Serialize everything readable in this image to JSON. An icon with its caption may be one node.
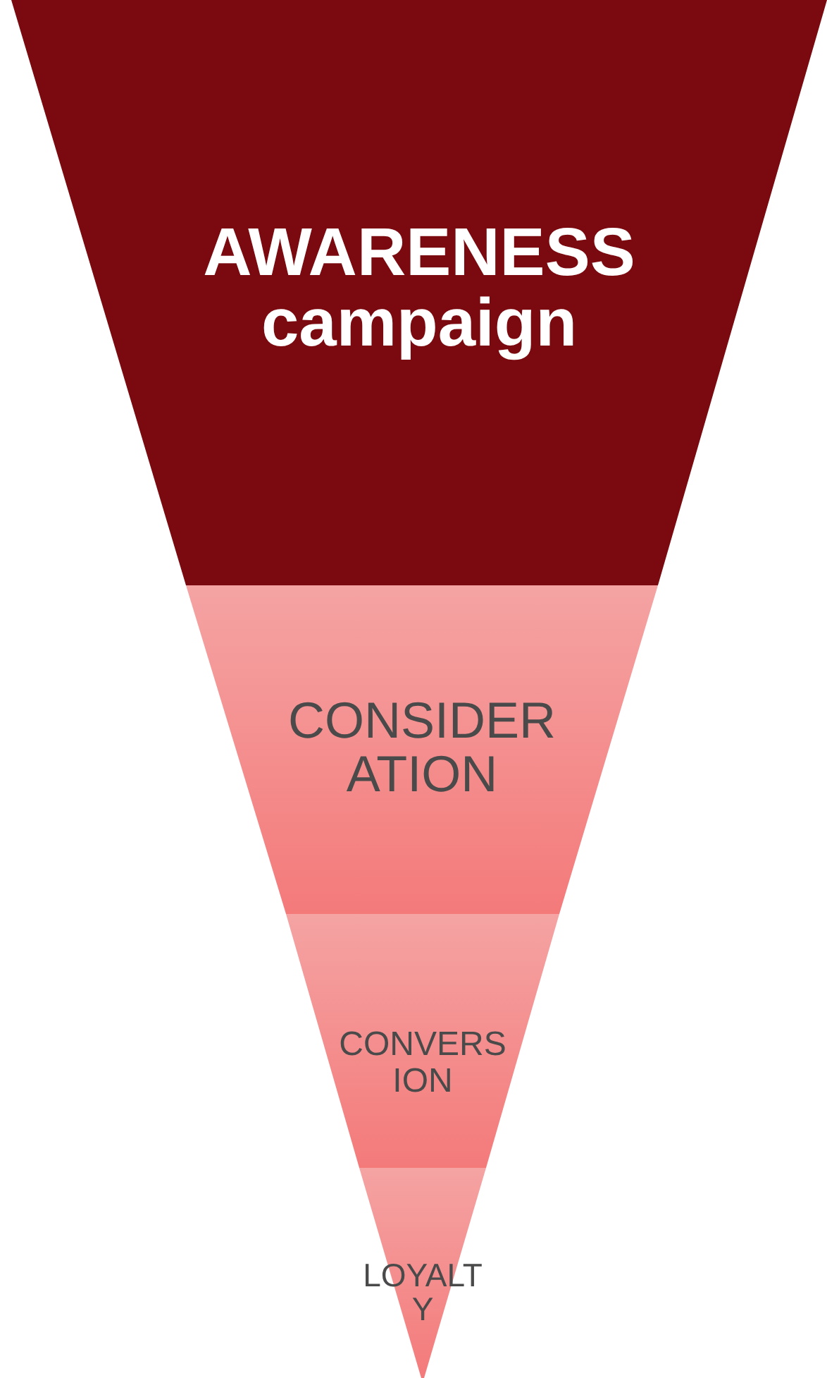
{
  "diagram": {
    "nodes": [
      {
        "text": [
          "AWARENESS campaign"
        ]
      },
      {
        "text": [
          "CONSIDERATION"
        ]
      },
      {
        "text": [
          "CONVERSION"
        ]
      },
      {
        "text": [
          "LOYALTY"
        ]
      }
    ]
  }
}
